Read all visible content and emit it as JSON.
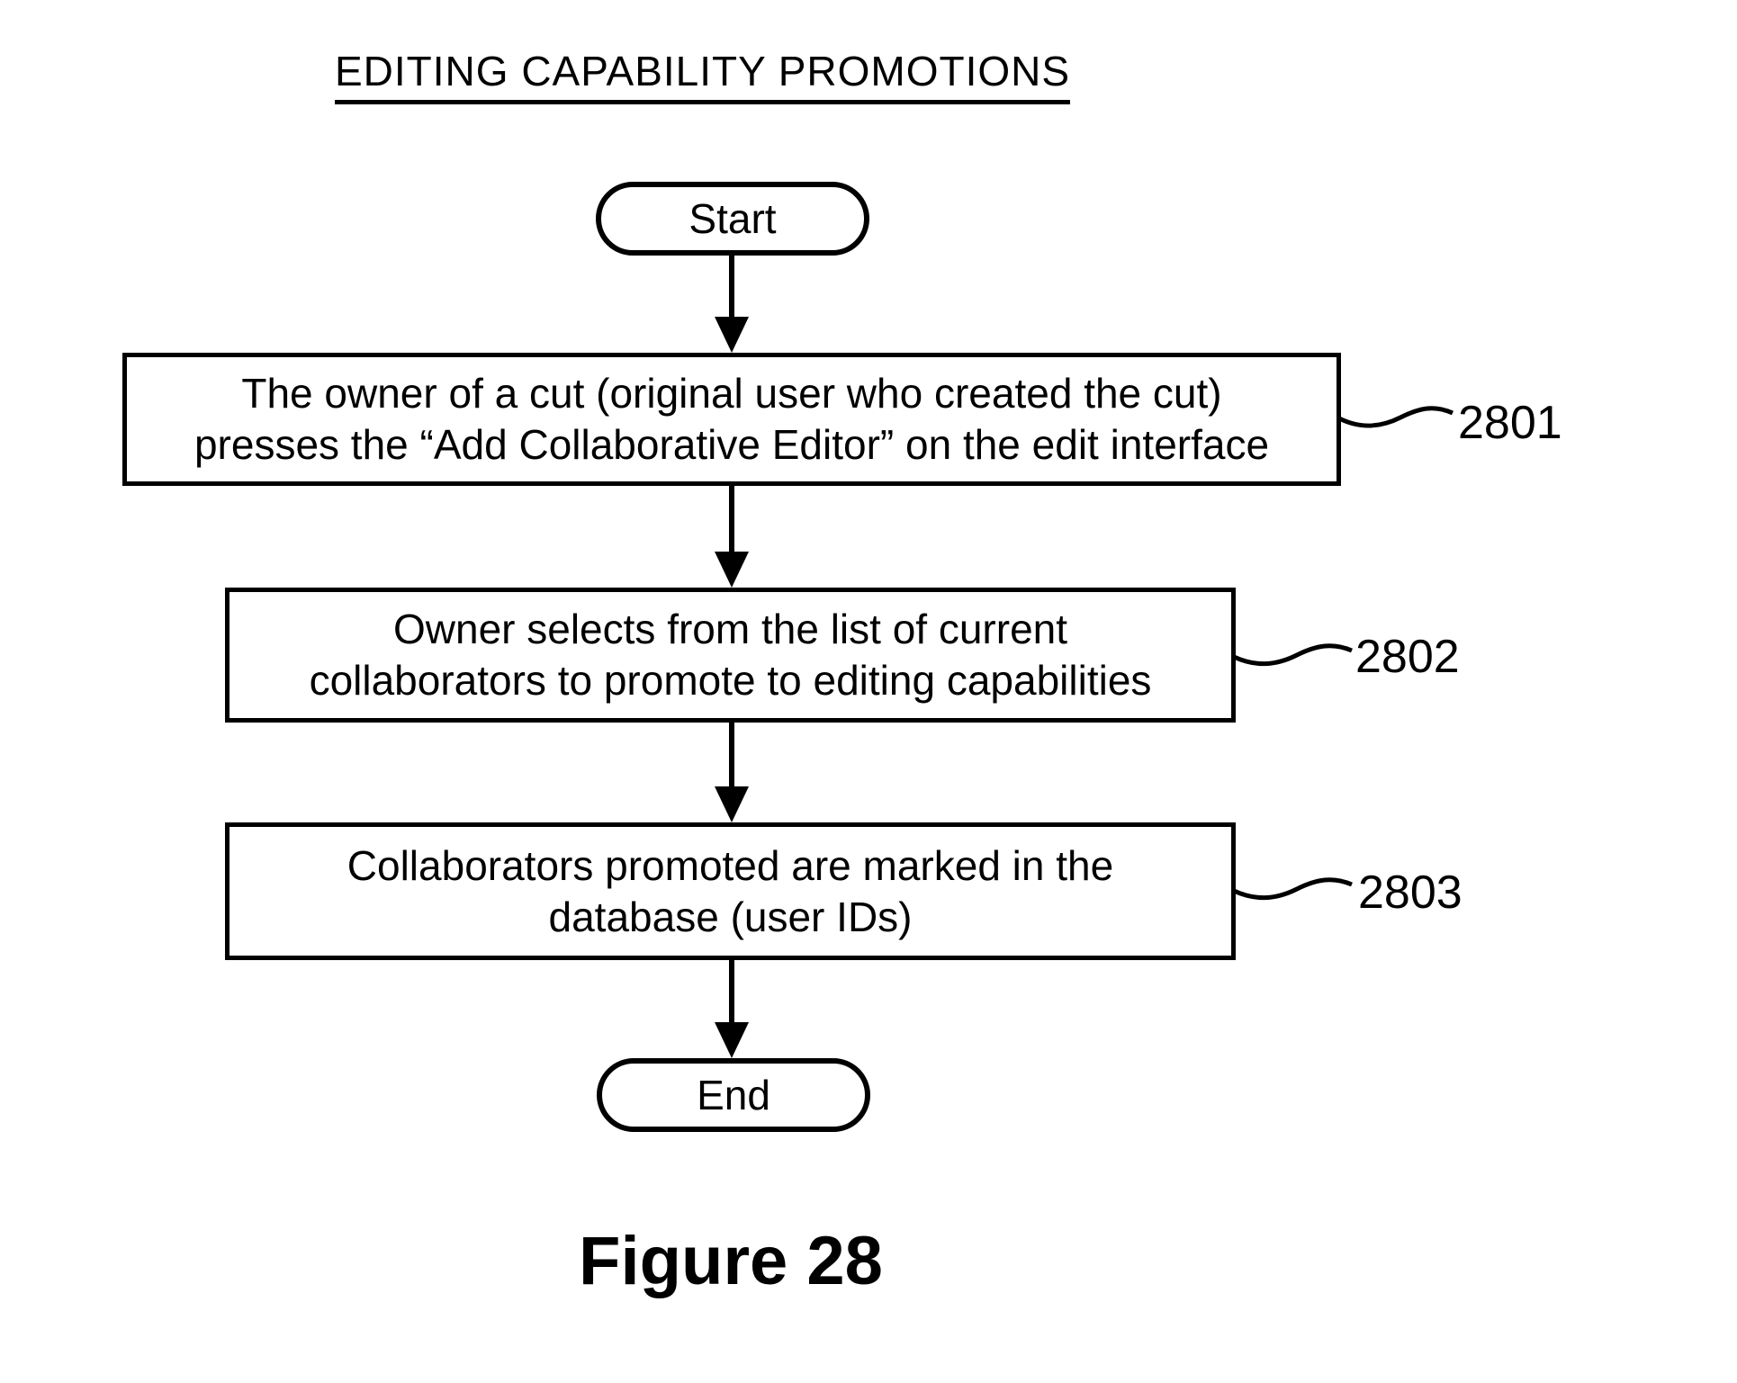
{
  "title": "EDITING CAPABILITY PROMOTIONS",
  "figure_caption": "Figure 28",
  "colors": {
    "ink": "#000000",
    "background": "#ffffff"
  },
  "flowchart": {
    "start_label": "Start",
    "end_label": "End",
    "steps": [
      {
        "id": "2801",
        "lines": [
          "The owner of a cut (original user who created the cut)",
          "presses the “Add Collaborative Editor” on the edit interface"
        ]
      },
      {
        "id": "2802",
        "lines": [
          "Owner selects from the list of current",
          "collaborators to promote to editing capabilities"
        ]
      },
      {
        "id": "2803",
        "lines": [
          "Collaborators promoted are marked in the",
          "database (user IDs)"
        ]
      }
    ]
  }
}
